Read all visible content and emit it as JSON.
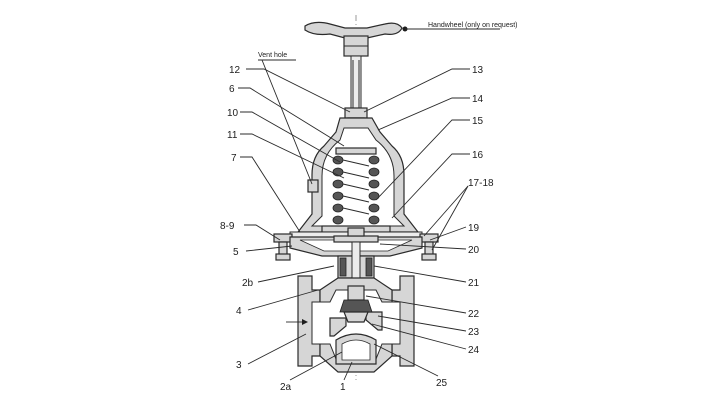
{
  "callouts": {
    "handwheel": "Handwheel (only on request)",
    "vent_hole": "Vent hole"
  },
  "labels": {
    "l12": "12",
    "l13": "13",
    "l6": "6",
    "l14": "14",
    "l10": "10",
    "l15": "15",
    "l11": "11",
    "l16": "16",
    "l7": "7",
    "l17_18": "17-18",
    "l8_9": "8-9",
    "l19": "19",
    "l5": "5",
    "l20": "20",
    "l2b": "2b",
    "l21": "21",
    "l4": "4",
    "l22": "22",
    "l23": "23",
    "l3": "3",
    "l24": "24",
    "l2a": "2a",
    "l1": "1",
    "l25": "25"
  }
}
